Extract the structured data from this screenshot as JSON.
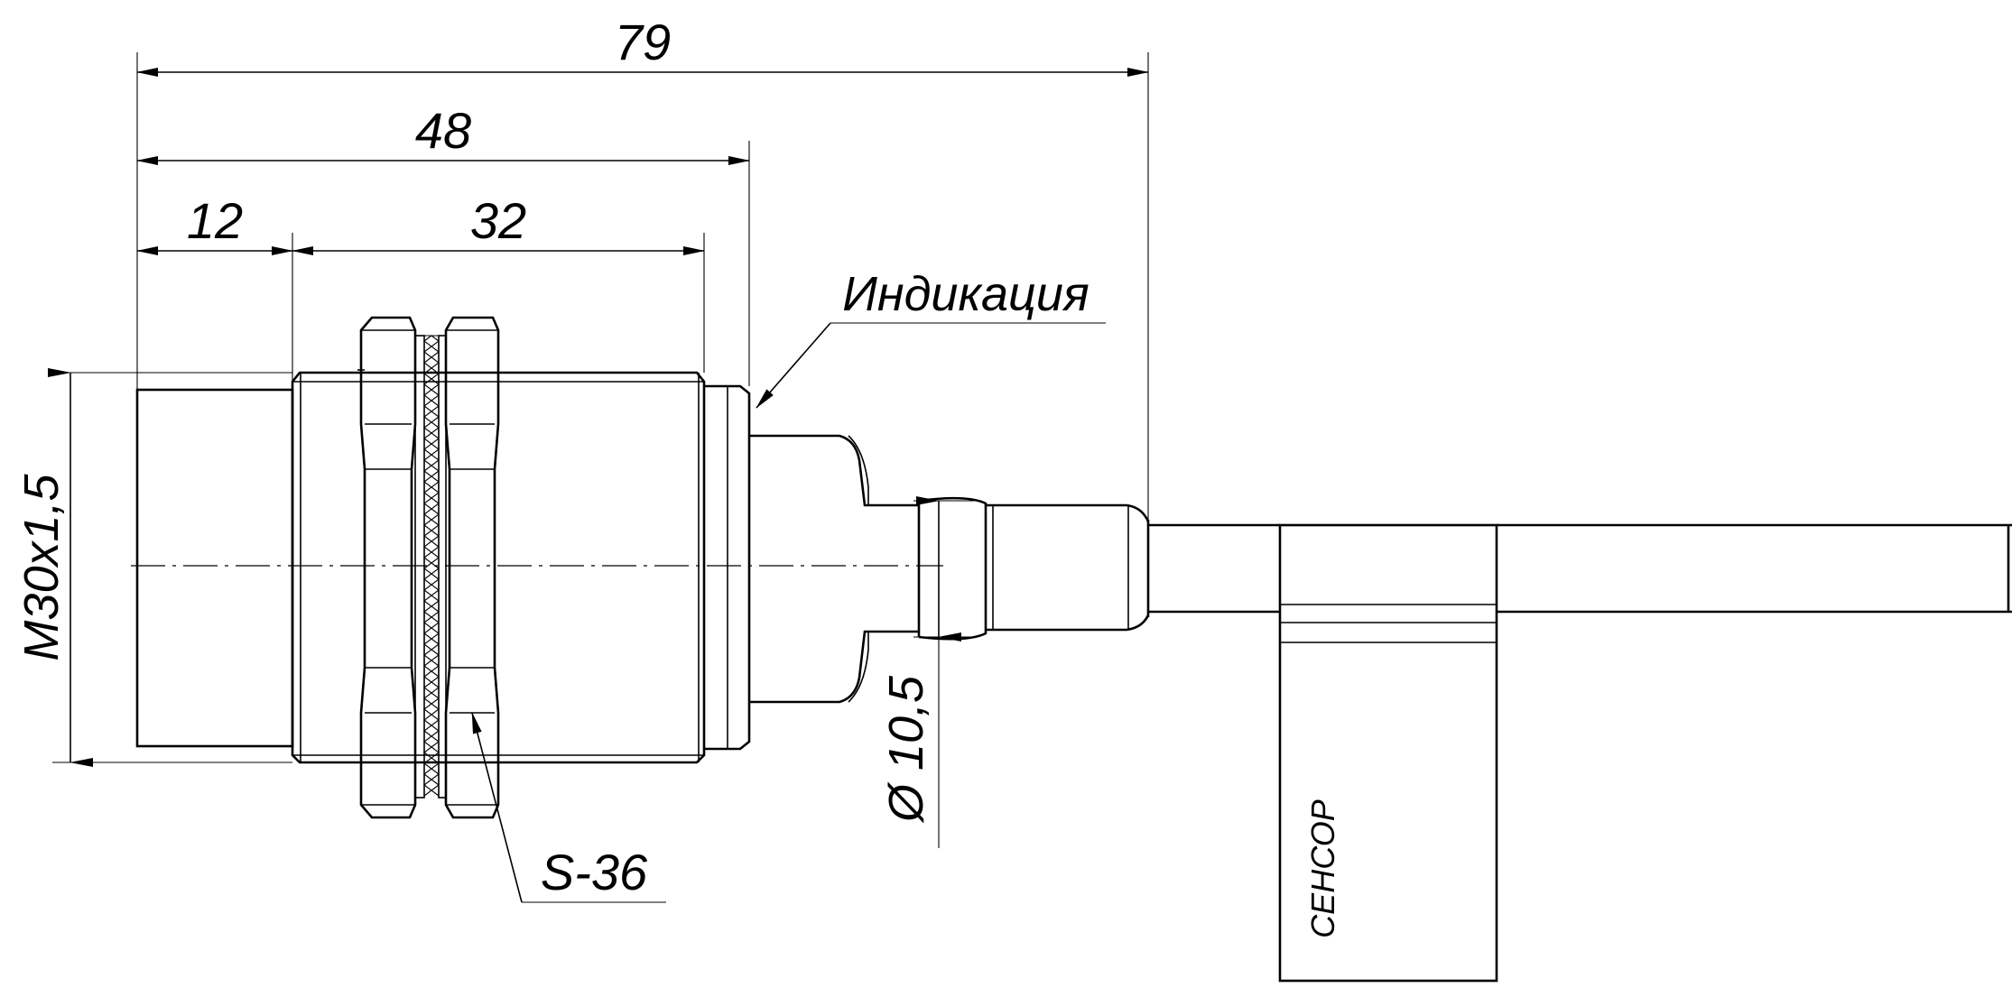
{
  "dimensions": {
    "overall_length": "79",
    "housing_length": "48",
    "unthreaded_length": "12",
    "thread_length": "32",
    "thread_spec": "M30x1,5",
    "cable_diameter": "Ø 10,5"
  },
  "callouts": {
    "indication": "Индикация",
    "nut_size": "S-36"
  },
  "label_tag": {
    "brand": "СЕНСОР"
  }
}
